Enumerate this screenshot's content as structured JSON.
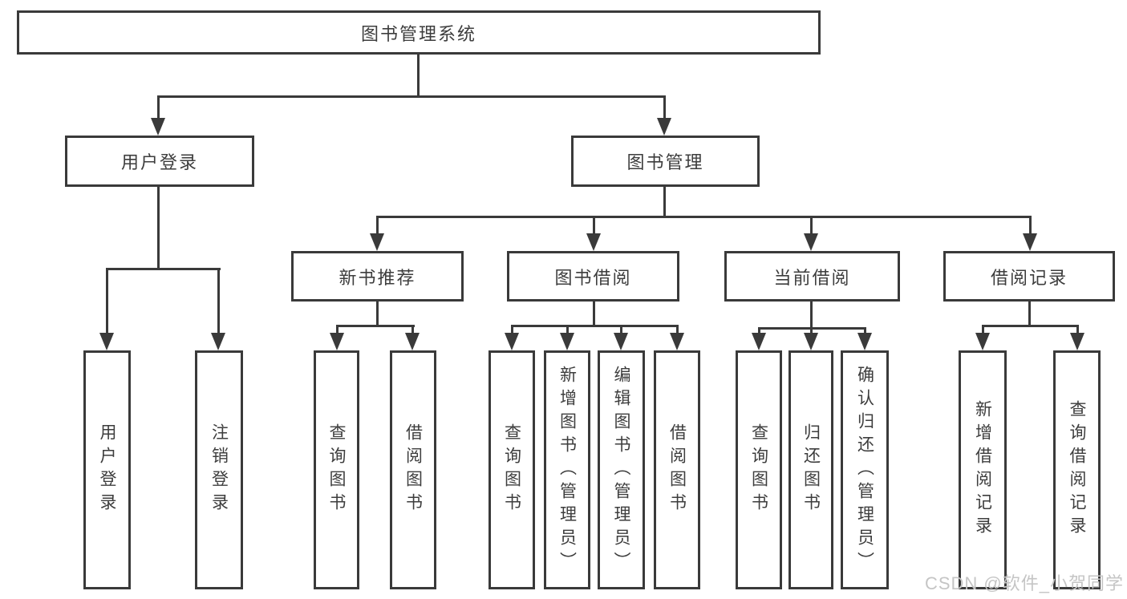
{
  "root": {
    "label": "图书管理系统"
  },
  "branches": [
    {
      "label": "用户登录",
      "leaves": [
        {
          "label": "用户登录"
        },
        {
          "label": "注销登录"
        }
      ]
    },
    {
      "label": "图书管理",
      "groups": [
        {
          "label": "新书推荐",
          "leaves": [
            {
              "label": "查询图书"
            },
            {
              "label": "借阅图书"
            }
          ]
        },
        {
          "label": "图书借阅",
          "leaves": [
            {
              "label": "查询图书"
            },
            {
              "label": "新增图书（管理员）"
            },
            {
              "label": "编辑图书（管理员）"
            },
            {
              "label": "借阅图书"
            }
          ]
        },
        {
          "label": "当前借阅",
          "leaves": [
            {
              "label": "查询图书"
            },
            {
              "label": "归还图书"
            },
            {
              "label": "确认归还（管理员）"
            }
          ]
        },
        {
          "label": "借阅记录",
          "leaves": [
            {
              "label": "新增借阅记录"
            },
            {
              "label": "查询借阅记录"
            }
          ]
        }
      ]
    }
  ],
  "watermark": {
    "text": "CSDN @软件_小贺同学"
  },
  "colors": {
    "line": "#3a3a3a",
    "text": "#3d3d3d",
    "watermark": "#c5c5c5",
    "background": "#ffffff"
  }
}
